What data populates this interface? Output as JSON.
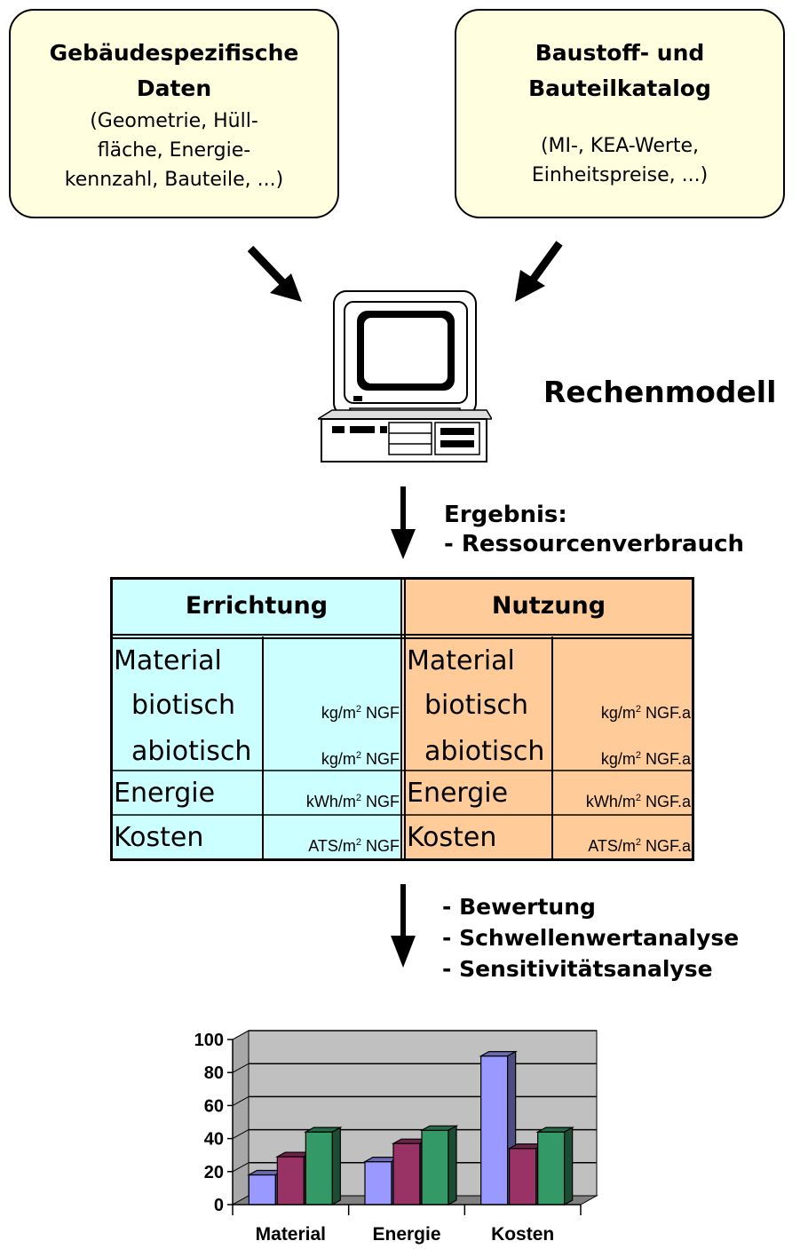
{
  "input_left": {
    "title_line1": "Gebäudespezifische",
    "title_line2": "Daten",
    "detail_line1": "(Geometrie, Hüll-",
    "detail_line2": "fläche, Energie-",
    "detail_line3": "kennzahl, Bauteile, ...)"
  },
  "input_right": {
    "title_line1": "Baustoff- und",
    "title_line2": "Bauteilkatalog",
    "detail_line1": "(MI-, KEA-Werte,",
    "detail_line2": "Einheitspreise, ...)"
  },
  "model_label": "Rechenmodell",
  "result": {
    "line1": "Ergebnis:",
    "line2": "- Ressourcenverbrauch"
  },
  "table": {
    "header_left": "Errichtung",
    "header_right": "Nutzung",
    "left": {
      "material": "Material",
      "biotisch": "biotisch",
      "abiotisch": "abiotisch",
      "energie": "Energie",
      "kosten": "Kosten",
      "unit_kg_prefix": "kg/m",
      "unit_kg_suffix": " NGF",
      "unit_kwh_prefix": "kWh/m",
      "unit_kwh_suffix": " NGF",
      "unit_ats_prefix": "ATS/m",
      "unit_ats_suffix": " NGF"
    },
    "right": {
      "material": "Material",
      "biotisch": "biotisch",
      "abiotisch": "abiotisch",
      "energie": "Energie",
      "kosten": "Kosten",
      "unit_kg_prefix": "kg/m",
      "unit_kg_suffix": " NGF.a",
      "unit_kwh_prefix": "kWh/m",
      "unit_kwh_suffix": " NGF.a",
      "unit_ats_prefix": "ATS/m",
      "unit_ats_suffix": " NGF.a"
    },
    "exponent": "2",
    "colors": {
      "left": "#ccffff",
      "right": "#ffcc99"
    }
  },
  "analysis": {
    "line1": "- Bewertung",
    "line2": "- Schwellenwertanalyse",
    "line3": "- Sensitivitätsanalyse"
  },
  "chart_data": {
    "type": "bar",
    "categories": [
      "Material",
      "Energie",
      "Kosten"
    ],
    "series": [
      {
        "values": [
          18,
          26,
          90
        ],
        "color": "#9999ff"
      },
      {
        "values": [
          29,
          37,
          34
        ],
        "color": "#993366"
      },
      {
        "values": [
          44,
          45,
          44
        ],
        "color": "#339966"
      }
    ],
    "yticks": [
      "0",
      "20",
      "40",
      "60",
      "80",
      "100"
    ],
    "ylim": [
      0,
      100
    ],
    "grid": true,
    "style": "3d",
    "background": "#c0c0c0"
  }
}
